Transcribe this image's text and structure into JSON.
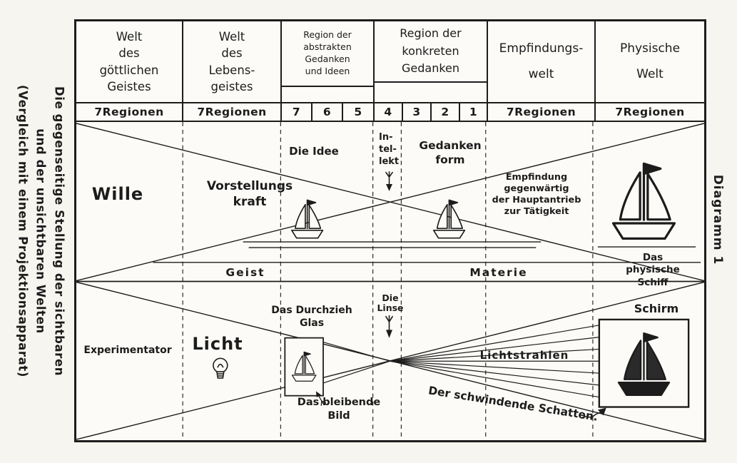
{
  "colors": {
    "ink": "#1c1c1c",
    "paper": "#fcfbf7"
  },
  "captions": {
    "left_line1": "Die gegenseitige Stellung der sichtbaren",
    "left_line2": "und der unsichtbaren Welten",
    "left_line3": "(Vergleich mit einem Projektionsapparat)",
    "right": "Diagramm 1"
  },
  "table": {
    "columns": [
      {
        "title": "Welt\ndes\ngöttlichen\nGeistes",
        "regions": "7Regionen"
      },
      {
        "title": "Welt\ndes\nLebens-\ngeistes",
        "regions": "7Regionen"
      },
      {
        "title": "Region der\nabstrakten\nGedanken\nund Ideen",
        "cells": [
          "7",
          "6",
          "5"
        ]
      },
      {
        "title": "Region der\nkonkreten Gedanken",
        "cells": [
          "4",
          "3",
          "2",
          "1"
        ]
      },
      {
        "title": "Empfindungs-\nwelt",
        "regions": "7Regionen"
      },
      {
        "title": "Physische\nWelt",
        "regions": "7Regionen"
      }
    ]
  },
  "upper": {
    "wille": "Wille",
    "vorstellungskraft": "Vorstellungs\nkraft",
    "die_idee": "Die Idee",
    "intellekt": "In-\ntel-\nlekt",
    "gedankenform": "Gedanken\nform",
    "empfindung": "Empfindung\ngegenwärtig\nder Hauptantrieb\nzur Tätigkeit",
    "das_physische_schiff": "Das physische\nSchiff",
    "geist": "Geist",
    "materie": "Materie"
  },
  "lower": {
    "experimentator": "Experimentator",
    "licht": "Licht",
    "durchzieh_glas": "Das Durchzieh\nGlas",
    "die_linse": "Die\nLinse",
    "lichtstrahlen": "Lichtstrahlen",
    "schirm": "Schirm",
    "bleibendes_bild": "Das bleibende\nBild",
    "schatten": "Der schwindende Schatten."
  },
  "icons": {
    "ship": "sailboat-line-drawing",
    "shadow_ship": "dark-sailboat-silhouette",
    "bulb": "light-bulb-drawing",
    "arrow_down": "feathered-down-arrow",
    "shadow_arrow": "wavy-double-arrow"
  }
}
